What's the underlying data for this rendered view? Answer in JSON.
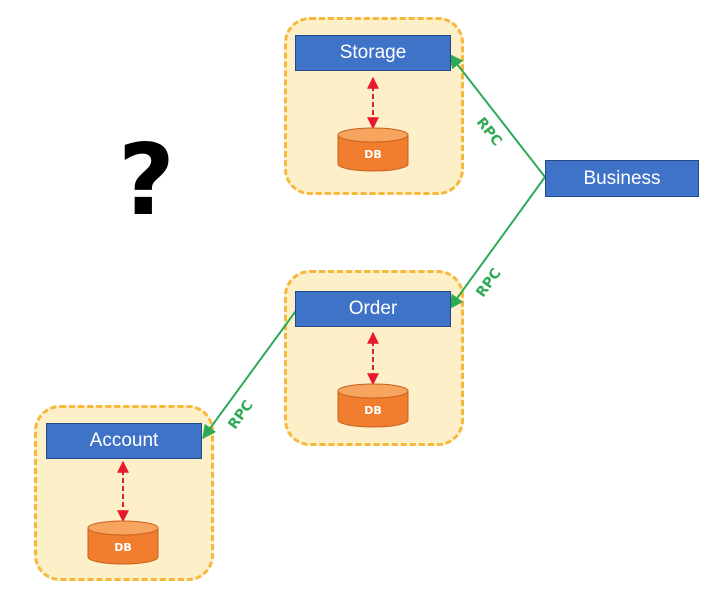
{
  "question_mark": "?",
  "services": {
    "storage": {
      "label": "Storage",
      "db": "DB"
    },
    "business": {
      "label": "Business"
    },
    "order": {
      "label": "Order",
      "db": "DB"
    },
    "account": {
      "label": "Account",
      "db": "DB"
    }
  },
  "edges": [
    {
      "from": "Business",
      "to": "Storage",
      "label": "RPC"
    },
    {
      "from": "Business",
      "to": "Order",
      "label": "RPC"
    },
    {
      "from": "Order",
      "to": "Account",
      "label": "RPC"
    }
  ],
  "colors": {
    "service_fill": "#3f73c8",
    "group_fill": "#fdf0c9",
    "group_border": "#f6b83c",
    "db_fill": "#f07e2e",
    "rpc_line": "#2eaa55",
    "db_link": "#e8192c"
  }
}
